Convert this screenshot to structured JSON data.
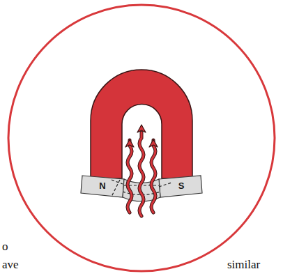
{
  "diagram": {
    "labels": [
      "N",
      "S",
      "o",
      "ave",
      "similar"
    ]
  }
}
